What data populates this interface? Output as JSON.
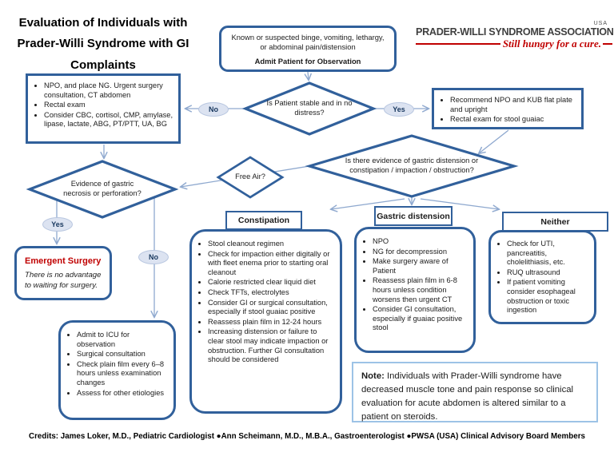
{
  "colors": {
    "blue": "#31609b",
    "arrow": "#8fa9cf",
    "red": "#c00000",
    "ink": "#1c1c1c",
    "ellipse": "#dce3f1"
  },
  "title": "Evaluation of Individuals with Prader-Willi Syndrome with GI Complaints",
  "logo": {
    "usa": "USA",
    "org": "PRADER-WILLI SYNDROME ASSOCIATION",
    "tagline": "Still hungry for a cure."
  },
  "start": {
    "criteria": "Known or suspected binge, vomiting, lethargy, or abdominal pain/distension",
    "action": "Admit Patient for Observation"
  },
  "unstable_box": {
    "items": [
      "NPO, and place NG. Urgent surgery consultation, CT abdomen",
      "Rectal exam",
      "Consider CBC, cortisol, CMP, amylase, lipase, lactate, ABG, PT/PTT, UA, BG"
    ]
  },
  "stable_box": {
    "items": [
      "Recommend NPO and KUB flat plate and upright",
      "Rectal exam for stool guaiac"
    ]
  },
  "diamonds": {
    "stable": "Is Patient stable and in no distress?",
    "evidence": "Is there evidence of gastric distension or constipation / impaction / obstruction?",
    "free_air": "Free Air?",
    "necrosis": "Evidence of gastric necrosis or perforation?"
  },
  "labels": {
    "no_unstable": "No",
    "yes_stable": "Yes",
    "yes_necrosis": "Yes",
    "no_necrosis": "No"
  },
  "emergent": {
    "title": "Emergent Surgery",
    "body": "There is no advantage to waiting for surgery."
  },
  "icu_box": {
    "items": [
      "Admit to ICU for observation",
      "Surgical consultation",
      "Check plain film every 6–8 hours unless examination changes",
      "Assess for other etiologies"
    ]
  },
  "columns": [
    {
      "header": "Constipation",
      "items": [
        "Stool cleanout regimen",
        "Check for impaction either digitally or with fleet enema prior to starting oral cleanout",
        "Calorie restricted clear liquid diet",
        "Check TFTs, electrolytes",
        "Consider GI or surgical consultation, especially if stool guaiac positive",
        "Reassess plain film in 12-24 hours",
        "Increasing distension or failure to clear stool may indicate impaction or obstruction. Further GI consultation should be considered"
      ]
    },
    {
      "header": "Gastric distension",
      "items": [
        "NPO",
        "NG for decompression",
        "Make surgery aware of Patient",
        "Reassess plain film in 6-8 hours unless condition worsens then urgent CT",
        "Consider GI consultation, especially if guaiac positive stool"
      ]
    },
    {
      "header": "Neither",
      "items": [
        "Check for UTI, pancreatitis, cholelithiasis, etc.",
        "RUQ ultrasound",
        "If patient vomiting consider esophageal obstruction or toxic ingestion"
      ]
    }
  ],
  "note": {
    "label": "Note:",
    "text": " Individuals with Prader-Willi syndrome have decreased muscle tone and pain response so clinical evaluation for acute abdomen is altered similar to a patient on steroids."
  },
  "credits": "Credits: James Loker, M.D.,  Pediatric Cardiologist  ●Ann Scheimann, M.D.,  M.B.A.,  Gastroenterologist  ●PWSA (USA) Clinical  Advisory Board Members"
}
